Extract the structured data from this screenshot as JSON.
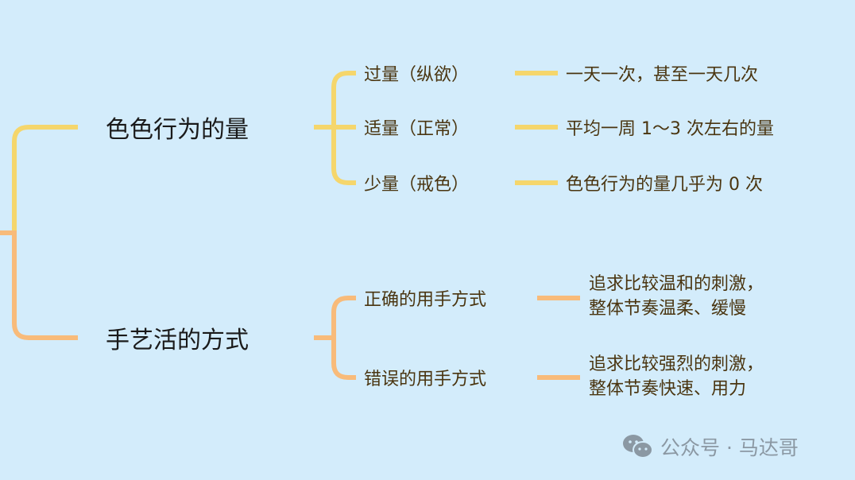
{
  "colors": {
    "background": "#d3ecfb",
    "branch1": "#f5d66c",
    "branch2": "#f8bb7a"
  },
  "branches": [
    {
      "label": "色色行为的量",
      "children": [
        {
          "label": "过量（纵欲）",
          "detail": "一天一次，甚至一天几次"
        },
        {
          "label": "适量（正常）",
          "detail": "平均一周 1～3 次左右的量"
        },
        {
          "label": "少量（戒色）",
          "detail": "色色行为的量几乎为 0 次"
        }
      ]
    },
    {
      "label": "手艺活的方式",
      "children": [
        {
          "label": "正确的用手方式",
          "detail_lines": [
            "追求比较温和的刺激，",
            "整体节奏温柔、缓慢"
          ]
        },
        {
          "label": "错误的用手方式",
          "detail_lines": [
            "追求比较强烈的刺激，",
            "整体节奏快速、用力"
          ]
        }
      ]
    }
  ],
  "watermark": {
    "icon": "wechat-icon",
    "text": "公众号 · 马达哥"
  }
}
